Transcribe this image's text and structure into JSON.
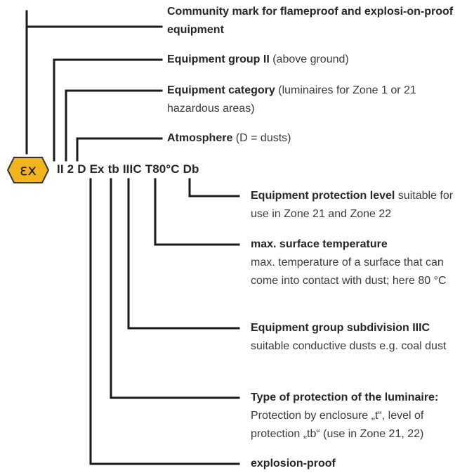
{
  "ex_mark": {
    "text": "εx",
    "fill": "#f2b51e",
    "stroke": "#333333"
  },
  "code": {
    "group": "II",
    "category": "2",
    "atmosphere": "D",
    "ex": "Ex",
    "protection": "tb",
    "subdivision": "IIIC",
    "temperature": "T80°C",
    "epl": "Db"
  },
  "labels": {
    "community_mark": {
      "title": "Community mark for flameproof and explosi-on-proof equipment",
      "text": ""
    },
    "equipment_group": {
      "title": "Equipment group II",
      "text": " (above ground)"
    },
    "equipment_category": {
      "title": "Equipment category",
      "text": " (luminaires for Zone 1 or 21 hazardous areas)"
    },
    "atmosphere": {
      "title": "Atmosphere",
      "text": " (D = dusts)"
    },
    "epl": {
      "title": "Equipment protection level",
      "text": " suitable for use in Zone 21 and Zone 22"
    },
    "max_temp": {
      "title": "max. surface temperature",
      "text": "max. temperature of a surface that can come into contact with dust; here 80 °C"
    },
    "subdivision": {
      "title": "Equipment group subdivision IIIC",
      "text": "suitable conductive dusts e.g. coal dust"
    },
    "protection_type": {
      "title": "Type of protection of the luminaire:",
      "text": "Protection by enclosure „t“, level of protection „tb“ (use in Zone 21, 22)"
    },
    "explosion_proof": {
      "title": "explosion-proof",
      "text": ""
    }
  }
}
